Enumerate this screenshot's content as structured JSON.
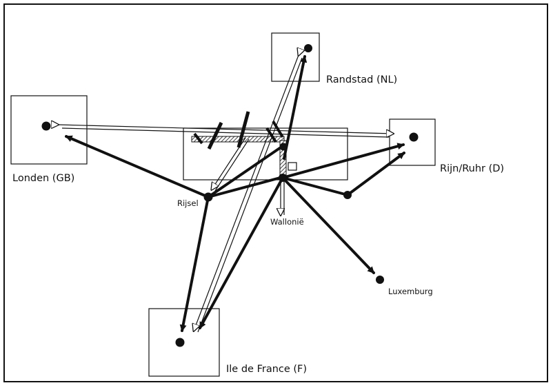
{
  "labels": {
    "randstad": "Randstad (NL)",
    "londen": "Londen (GB)",
    "rijn_ruhr": "Rijn/Ruhr (D)",
    "rijsel": "Rijsel",
    "wallonie": "Wallonië",
    "luxemburg": "Luxemburg",
    "ile_de_france": "Ile de France (F)"
  },
  "colors": {
    "ink": "#111111",
    "paper": "#ffffff"
  }
}
